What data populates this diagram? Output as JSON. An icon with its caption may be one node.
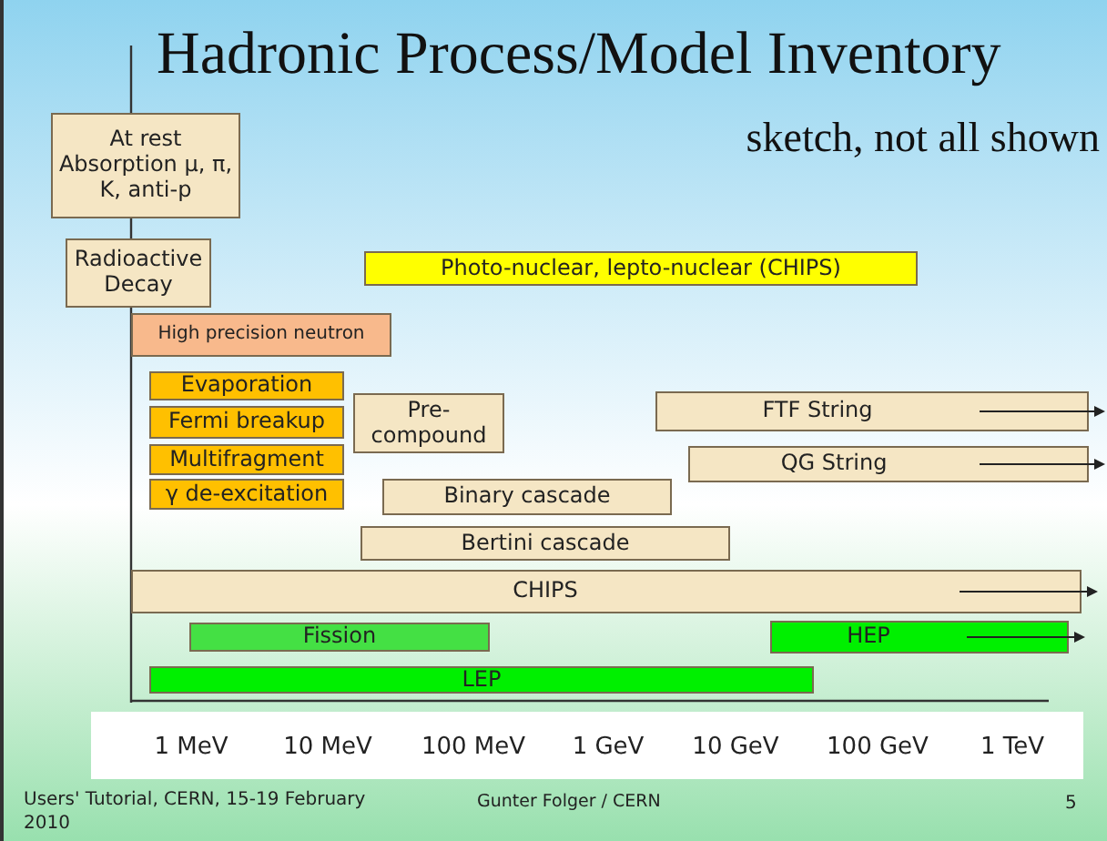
{
  "diagram": {
    "title": "Hadronic Process/Model Inventory",
    "nodes": [
      {
        "text": [
          "At rest Absorption μ, π, K, anti-p"
        ]
      },
      {
        "text": [
          "Radioactive Decay"
        ]
      },
      {
        "text": [
          "Photo-nuclear, lepto-nuclear (CHIPS)"
        ]
      },
      {
        "text": [
          "High precision neutron"
        ]
      },
      {
        "text": [
          "Evaporation"
        ]
      },
      {
        "text": [
          "Fermi breakup"
        ]
      },
      {
        "text": [
          "Multifragment"
        ]
      },
      {
        "text": [
          "γ de-excitation"
        ]
      },
      {
        "text": [
          "Pre-compound"
        ]
      },
      {
        "text": [
          "Binary cascade"
        ]
      },
      {
        "text": [
          "Bertini cascade"
        ]
      },
      {
        "text": [
          "FTF String"
        ]
      },
      {
        "text": [
          "QG String"
        ]
      },
      {
        "text": [
          "CHIPS"
        ]
      },
      {
        "text": [
          "Fission"
        ]
      },
      {
        "text": [
          "HEP"
        ]
      },
      {
        "text": [
          "LEP"
        ]
      }
    ],
    "labels": [
      "sketch, not all shown",
      "1 MeV",
      "10 MeV",
      "100 MeV",
      "1 GeV",
      "10 GeV",
      "100 GeV",
      "1 TeV",
      "Users' Tutorial, CERN, 15-19 February 2010",
      "Gunter Folger / CERN",
      "5"
    ]
  }
}
